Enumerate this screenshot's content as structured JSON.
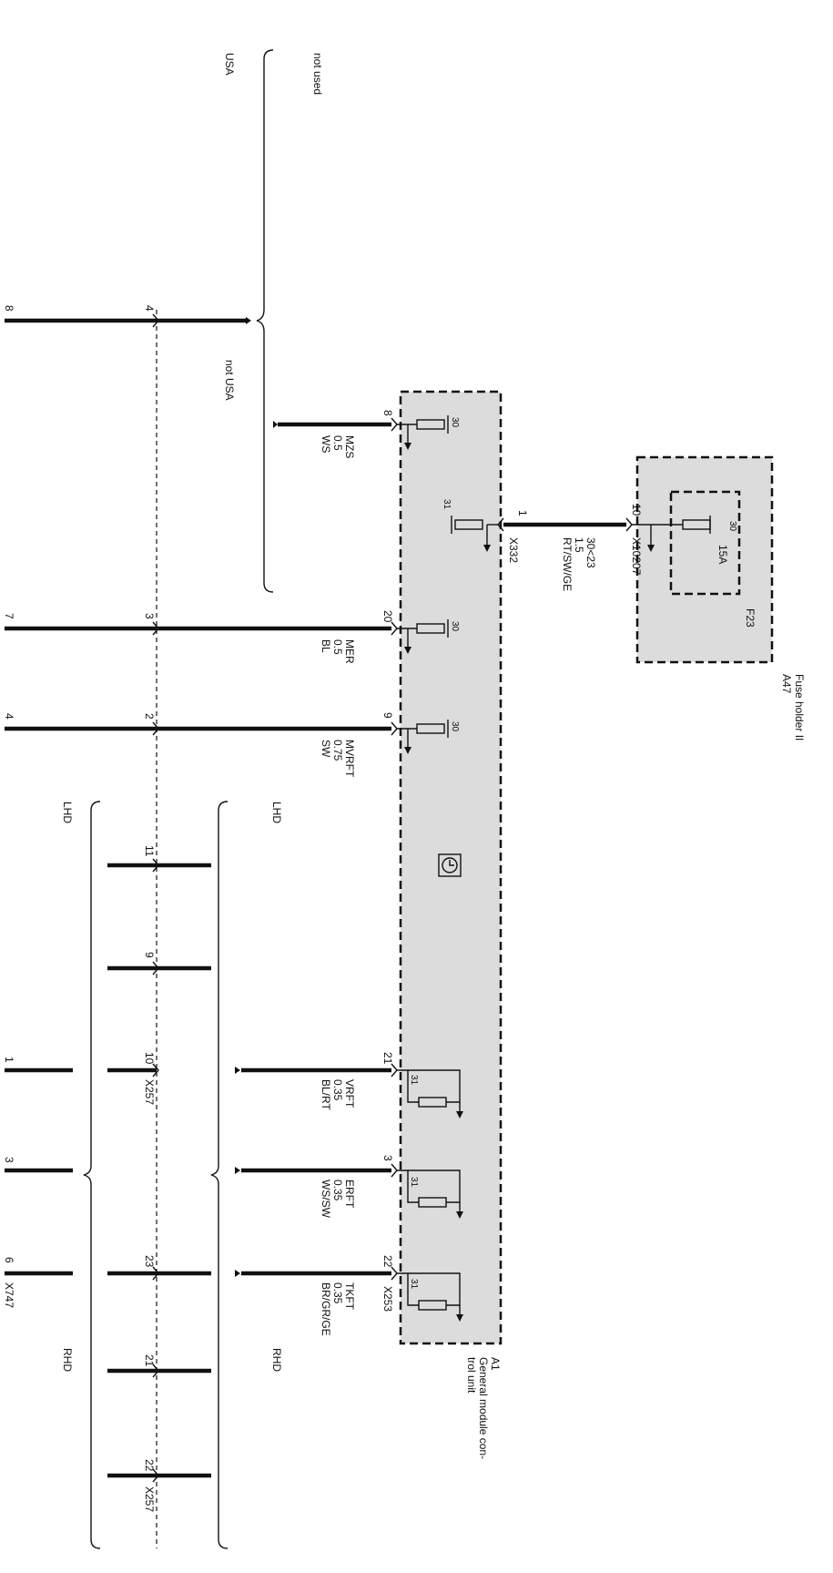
{
  "colors": {
    "module_fill": "#dcdcdc",
    "wire": "#111111",
    "background": "#ffffff"
  },
  "regions": {
    "usa": "USA",
    "not_used": "not used",
    "not_usa": "not USA",
    "lhd_upper": "LHD",
    "lhd_lower": "LHD",
    "rhd_upper": "RHD",
    "rhd_lower": "RHD"
  },
  "fuse_holder": {
    "designator": "A47",
    "name": "Fuse holder II",
    "fuse": "F23",
    "rating": "15A",
    "terminal": "30",
    "connector": "X10207",
    "pin": "10"
  },
  "supply_wire": {
    "signal": "30<23",
    "gauge": "1.5",
    "color": "RT/SW/GE",
    "connector": "X332",
    "pin": "1",
    "terminal": "31"
  },
  "module": {
    "designator": "A1",
    "name_line1": "General module con-",
    "name_line2": "trol unit",
    "connector": "X253",
    "icon": "clock-symbol-icon"
  },
  "outputs": [
    {
      "pin": "8",
      "signal": "MZS",
      "gauge": "0.5",
      "color": "WS",
      "terminal": "30"
    },
    {
      "pin": "20",
      "signal": "MER",
      "gauge": "0.5",
      "color": "BL",
      "terminal": "30"
    },
    {
      "pin": "9",
      "signal": "MVRFT",
      "gauge": "0.75",
      "color": "SW",
      "terminal": "30"
    }
  ],
  "inputs": [
    {
      "pin": "21",
      "signal": "VRFT",
      "gauge": "0.35",
      "color": "BL/RT",
      "terminal": "31"
    },
    {
      "pin": "3",
      "signal": "ERFT",
      "gauge": "0.35",
      "color": "WS/SW",
      "terminal": "31"
    },
    {
      "pin": "22",
      "signal": "TKFT",
      "gauge": "0.35",
      "color": "BR/GR/GE",
      "terminal": "31"
    }
  ],
  "upper_connector_pins": [
    "4",
    "3",
    "2"
  ],
  "lhd_pins": [
    "11",
    "9",
    "10"
  ],
  "rhd_pins": [
    "23",
    "21",
    "22"
  ],
  "lower_connector": "X257",
  "lower_connector_bottom": "X257",
  "edge_pins": [
    "8",
    "7",
    "4",
    "1",
    "3",
    "6"
  ],
  "edge_connector": "X747"
}
